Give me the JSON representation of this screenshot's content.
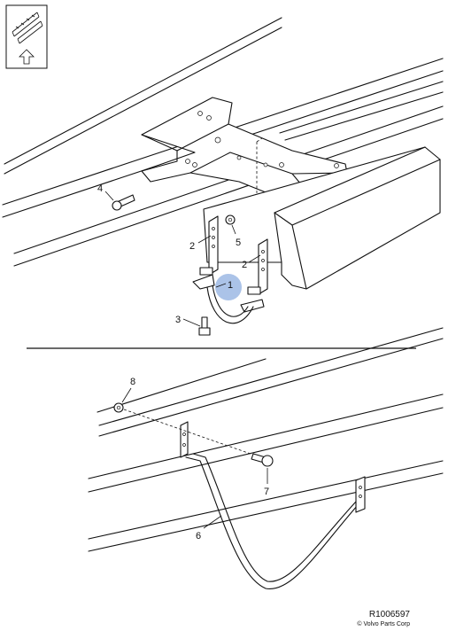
{
  "diagram": {
    "callouts": {
      "c1": "1",
      "c2a": "2",
      "c2b": "2",
      "c3": "3",
      "c4": "4",
      "c5": "5",
      "c6": "6",
      "c7": "7",
      "c8": "8"
    },
    "highlight_color": "#9cb8e4",
    "icon": "vehicle-front-direction-icon"
  },
  "footer": {
    "reference": "R1006597",
    "copyright": "© Volvo Parts Corp"
  }
}
